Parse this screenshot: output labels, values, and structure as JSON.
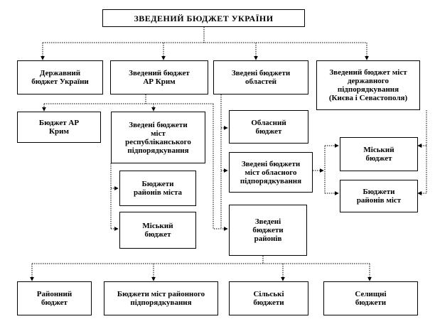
{
  "diagram": {
    "title": "ЗВЕДЕНИЙ БЮДЖЕТ УКРАЇНИ",
    "level1": {
      "state": "Державний\nбюджет України",
      "crimea_consolidated": "Зведений бюджет\nАР Крим",
      "oblasts_consolidated": "Зведені бюджети\nобластей",
      "cities_state_subordination": "Зведений бюджет міст\nдержавного\nпідпорядкування\n(Києва і Севастополя)"
    },
    "crimea": {
      "budget": "Бюджет АР\nКрим",
      "cities_republican": "Зведені бюджети\nміст\nреспубліканського\nпідпорядкування",
      "district_cities": "Бюджети\nрайонів міста",
      "city_budget": "Міський\nбюджет"
    },
    "oblasts": {
      "oblast_budget": "Обласний\nбюджет",
      "cities_oblast": "Зведені бюджети\nміст обласного\nпідпорядкування",
      "districts": "Зведені\nбюджети\nрайонів"
    },
    "right": {
      "city_budget": "Міський\nбюджет",
      "district_budgets": "Бюджети\nрайонів міст"
    },
    "bottom": {
      "district_budget": "Районний\nбюджет",
      "district_cities": "Бюджети міст районного\nпідпорядкування",
      "village": "Сільські\nбюджети",
      "settlement": "Селищні\nбюджети"
    }
  }
}
